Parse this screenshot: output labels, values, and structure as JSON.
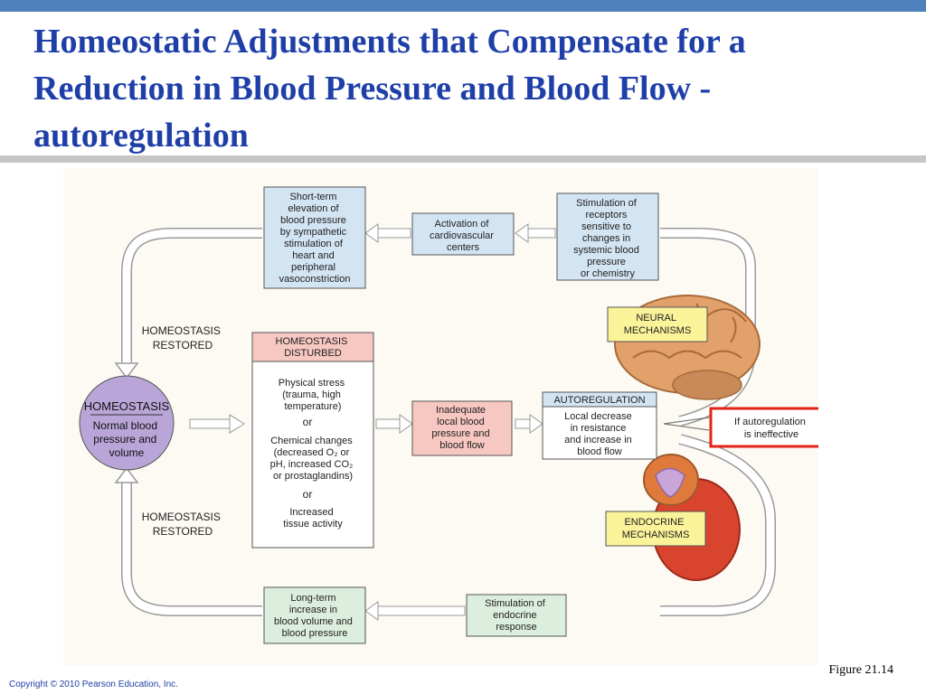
{
  "slide": {
    "title_lines": [
      "Homeostatic Adjustments that Compensate for a",
      "Reduction in Blood Pressure and Blood Flow -",
      "autoregulation"
    ],
    "caption": "Figure 21.14",
    "copyright": "Copyright © 2010 Pearson Education, Inc."
  },
  "colors": {
    "title": "#1f3fa8",
    "topbar": "#4f81bd",
    "blue_box": "#d3e4f2",
    "pink_box": "#f7c7c1",
    "green_box": "#dceedd",
    "yellow_box": "#fbf39a",
    "circle": "#b9a5d8",
    "highlight": "#e2231a"
  },
  "diagram": {
    "short_term": [
      "Short-term",
      "elevation of",
      "blood pressure",
      "by sympathetic",
      "stimulation of",
      "heart and",
      "peripheral",
      "vasoconstriction"
    ],
    "activation": [
      "Activation of",
      "cardiovascular",
      "centers"
    ],
    "stimulation_receptors": [
      "Stimulation of",
      "receptors",
      "sensitive to",
      "changes in",
      "systemic blood",
      "pressure",
      "or chemistry"
    ],
    "neural": [
      "NEURAL",
      "MECHANISMS"
    ],
    "restored_top": [
      "HOMEOSTASIS",
      "RESTORED"
    ],
    "restored_bottom": [
      "HOMEOSTASIS",
      "RESTORED"
    ],
    "homeostasis_title": "HOMEOSTASIS",
    "homeostasis_body": [
      "Normal blood",
      "pressure and",
      "volume"
    ],
    "disturbed_header": [
      "HOMEOSTASIS",
      "DISTURBED"
    ],
    "disturbed_stress": [
      "Physical stress",
      "(trauma, high",
      "temperature)"
    ],
    "or1": "or",
    "disturbed_chem": [
      "Chemical changes",
      "(decreased O₂ or",
      "pH, increased CO₂",
      "or prostaglandins)"
    ],
    "or2": "or",
    "disturbed_activity": [
      "Increased",
      "tissue activity"
    ],
    "inadequate": [
      "Inadequate",
      "local blood",
      "pressure and",
      "blood flow"
    ],
    "autoreg_header": "AUTOREGULATION",
    "autoreg_body": [
      "Local decrease",
      "in resistance",
      "and increase in",
      "blood flow"
    ],
    "ineffective": [
      "If autoregulation",
      "is ineffective"
    ],
    "endocrine": [
      "ENDOCRINE",
      "MECHANISMS"
    ],
    "stim_endocrine": [
      "Stimulation of",
      "endocrine",
      "response"
    ],
    "long_term": [
      "Long-term",
      "increase in",
      "blood volume and",
      "blood pressure"
    ]
  }
}
